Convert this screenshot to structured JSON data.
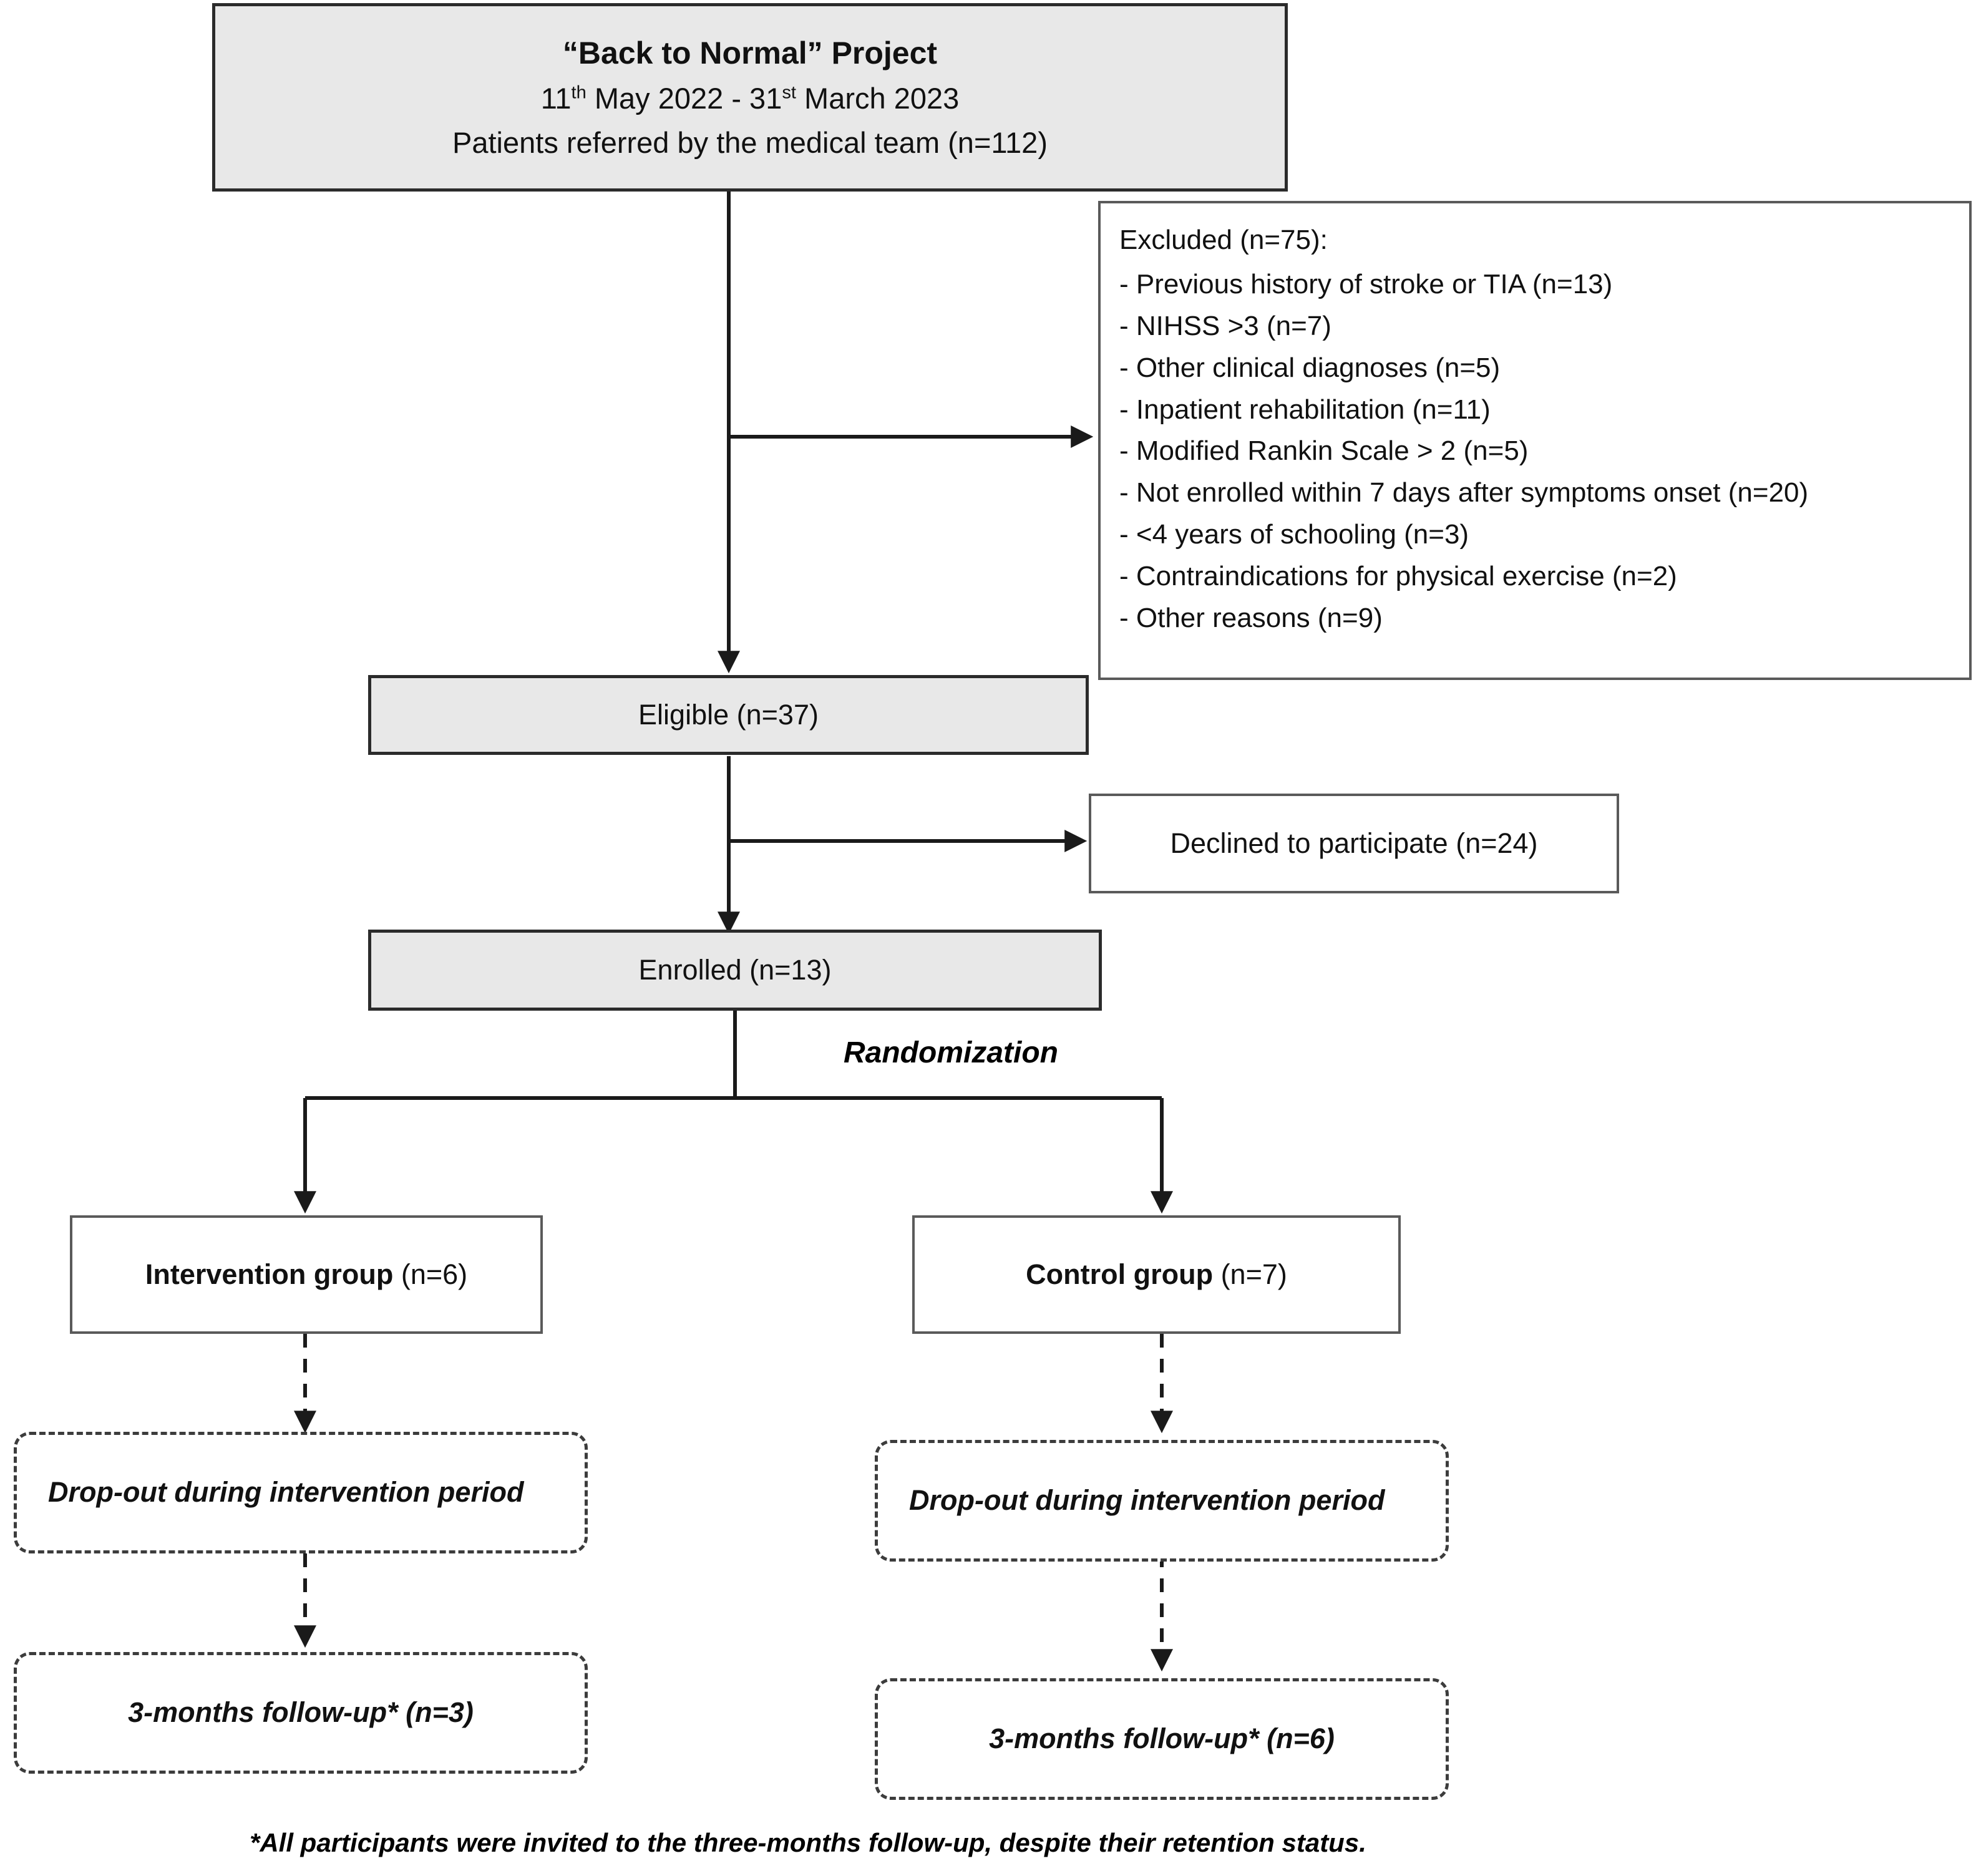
{
  "title_box": {
    "line1": "“Back to Normal” Project",
    "line2_pre": "11",
    "line2_sup1": "th",
    "line2_mid": " May 2022 - 31",
    "line2_sup2": "st",
    "line2_post": " March 2023",
    "line3": "Patients referred by the medical team (n=112)"
  },
  "excluded_box": {
    "heading": "Excluded (n=75):",
    "reasons": [
      "- Previous history of stroke or TIA (n=13)",
      "- NIHSS >3 (n=7)",
      "- Other clinical diagnoses (n=5)",
      "- Inpatient rehabilitation (n=11)",
      "- Modified Rankin Scale > 2 (n=5)",
      "- Not enrolled within 7 days after symptoms onset (n=20)",
      "- <4 years of schooling (n=3)",
      "- Contraindications for physical exercise (n=2)",
      "- Other reasons (n=9)"
    ]
  },
  "eligible_box": {
    "label": "Eligible (n=37)"
  },
  "declined_box": {
    "label": "Declined to participate (n=24)"
  },
  "enrolled_box": {
    "label": "Enrolled (n=13)"
  },
  "randomization_label": "Randomization",
  "intervention_box": {
    "bold_label": "Intervention group",
    "count": " (n=6)"
  },
  "control_box": {
    "bold_label": "Control group",
    "count": " (n=7)"
  },
  "dropout_intervention_box": {
    "label": "Drop-out during intervention period"
  },
  "dropout_control_box": {
    "label": "Drop-out during intervention period"
  },
  "followup_intervention_box": {
    "label": "3-months follow-up* (n=3)"
  },
  "followup_control_box": {
    "label": "3-months follow-up* (n=6)"
  },
  "footnote": "*All participants were invited to the three-months follow-up, despite their retention status.",
  "colors": {
    "shaded_fill": "#e8e8e8",
    "box_border": "#3a3a3a",
    "line": "#1a1a1a",
    "text": "#111111"
  }
}
